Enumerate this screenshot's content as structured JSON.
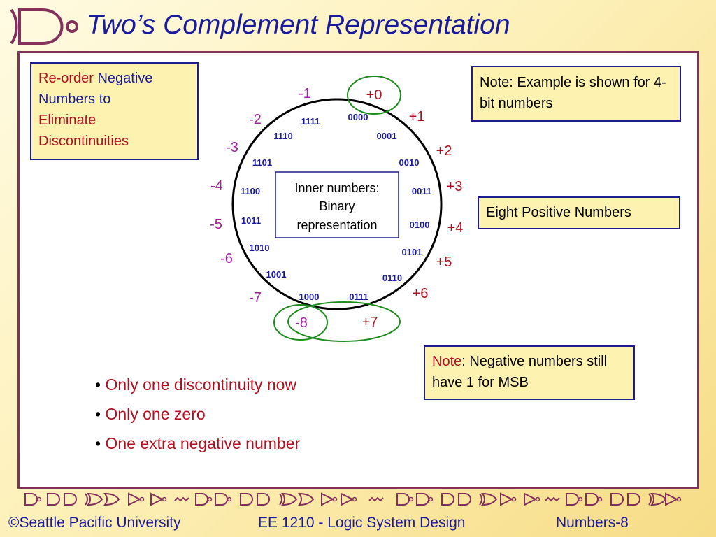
{
  "title": "Two’s Complement Representation",
  "reorder_box": {
    "red1": "Re-order",
    "blue1": "Negative",
    "blue2": "Numbers to",
    "red2": "Eliminate",
    "red3": "Discontinuities"
  },
  "note_example": "Note: Example is shown for 4-bit numbers",
  "eight_positive": "Eight Positive Numbers",
  "note_negative": {
    "label": "Note",
    "text": ": Negative numbers still have 1 for MSB"
  },
  "inner_box": [
    "Inner numbers:",
    "Binary",
    "representation"
  ],
  "wheel": {
    "binary": [
      "0000",
      "0001",
      "0010",
      "0011",
      "0100",
      "0101",
      "0110",
      "0111",
      "1000",
      "1001",
      "1010",
      "1011",
      "1100",
      "1101",
      "1110",
      "1111"
    ],
    "positive_labels": [
      "+0",
      "+1",
      "+2",
      "+3",
      "+4",
      "+5",
      "+6",
      "+7"
    ],
    "negative_labels": [
      "-1",
      "-2",
      "-3",
      "-4",
      "-5",
      "-6",
      "-7",
      "-8"
    ]
  },
  "bullets": [
    "Only one discontinuity now",
    "Only one zero",
    "One extra negative number"
  ],
  "footer": {
    "copyright": "©Seattle Pacific University",
    "course": "EE 1210 - Logic System Design",
    "page": "Numbers-8"
  },
  "colors": {
    "title_blue": "#1a1a9c",
    "accent_red": "#b01020",
    "negative_purple": "#a020a0",
    "frame_border": "#84305c",
    "highlight_green": "#1c8c1c",
    "box_fill": "#fdf2b0"
  }
}
